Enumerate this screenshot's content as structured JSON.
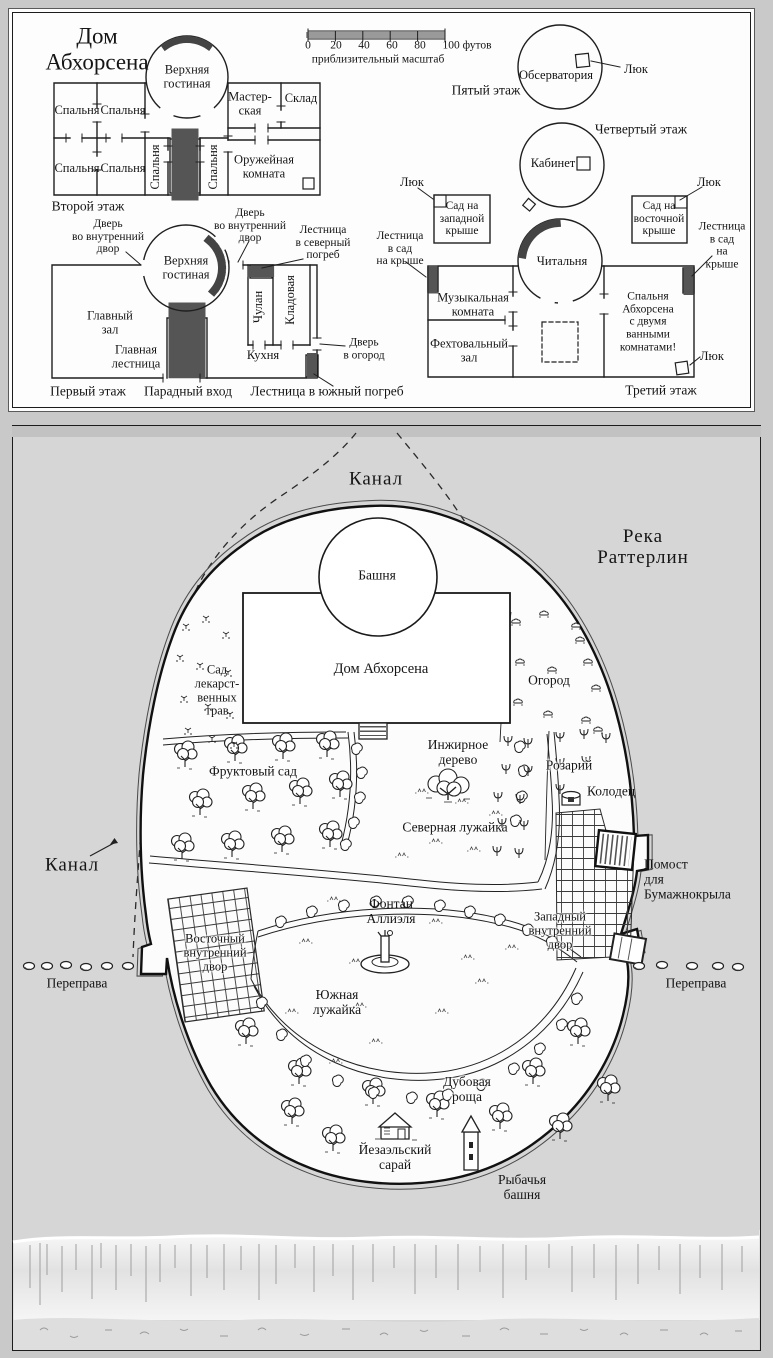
{
  "colors": {
    "background": "#c9c9c9",
    "paper": "#fdfdfd",
    "water": "#d6d6d6",
    "ink": "#1a1a1a"
  },
  "floorplans": {
    "title": "Дом\nАбхорсена",
    "scale": {
      "ticks": [
        "0",
        "20",
        "40",
        "60",
        "80"
      ],
      "end": "100 футов",
      "caption": "приблизительный масштаб"
    },
    "hatch_label": "Люк",
    "floor5": {
      "label": "Пятый этаж",
      "observatory": "Обсерватория"
    },
    "floor4": {
      "label": "Четвертый этаж",
      "study": "Кабинет"
    },
    "floor3": {
      "label": "Третий этаж",
      "reading": "Читальня",
      "music": "Музыкальная\nкомната",
      "fencing": "Фехтовальный\nзал",
      "bedroom": "Спальня\nАбхорсена\nс двумя\nванными\nкомнатами!",
      "west_roof": "Сад на\nзападной\nкрыше",
      "east_roof": "Сад на\nвосточной\nкрыше",
      "roof_stairs_left": "Лестница\nв сад\nна крыше",
      "roof_stairs_right": "Лестница\nв сад\nна\nкрыше"
    },
    "floor2": {
      "label": "Второй этаж",
      "bedroom": "Спальня",
      "lounge": "Верхняя\nгостиная",
      "workshop": "Мастер-\nская",
      "storeroom": "Склад",
      "armory": "Оружейная\nкомната"
    },
    "floor1": {
      "label": "Первый этаж",
      "entrance": "Парадный вход",
      "lounge": "Верхняя\nгостиная",
      "door_courtyard": "Дверь\nво внутренний\nдвор",
      "stairs_north_cellar": "Лестница\nв северный\nпогреб",
      "stairs_south_cellar": "Лестница в южный погреб",
      "hall": "Главный\nзал",
      "main_stairs": "Главная\nлестница",
      "closet": "Чулан",
      "pantry": "Кладовая",
      "kitchen": "Кухня",
      "door_garden": "Дверь\nв огород"
    }
  },
  "map": {
    "canal_north": "Канал",
    "canal_west": "Канал",
    "river": "Река\nРаттерлин",
    "tower": "Башня",
    "house": "Дом Абхорсена",
    "herb_garden": "Сад\nлекарст-\nвенных\nтрав",
    "vegetable_garden": "Огород",
    "orchard": "Фруктовый сад",
    "fig_tree": "Инжирное\nдерево",
    "north_lawn": "Северная лужайка",
    "rose_garden": "Розарий",
    "well": "Колодец",
    "paperwing_platform": "Помост\nдля\nБумажнокрыла",
    "west_courtyard": "Западный\nвнутренний\nдвор",
    "east_courtyard": "Восточный\nвнутренний\nдвор",
    "crossing_west": "Переправа",
    "crossing_east": "Переправа",
    "fountain": "Фонтан\nАллиэля",
    "south_lawn": "Южная\nлужайка",
    "oak_grove": "Дубовая\nроща",
    "barn": "Йезаэльский\nсарай",
    "fishing_tower": "Рыбачья\nбашня"
  }
}
